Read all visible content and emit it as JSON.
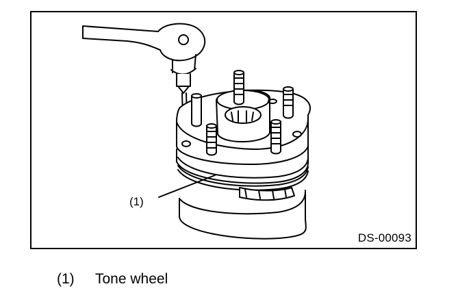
{
  "figure": {
    "code": "DS-00093",
    "callout": "(1)"
  },
  "legend": {
    "items": [
      {
        "number": "(1)",
        "label": "Tone wheel"
      }
    ]
  }
}
